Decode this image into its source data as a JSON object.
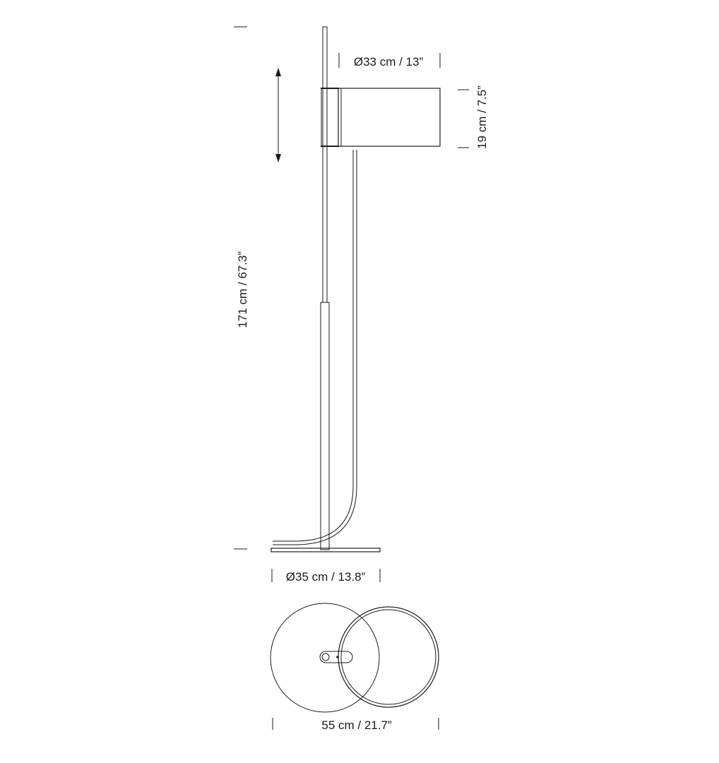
{
  "dimensions": {
    "shade_diameter": "Ø33 cm / 13”",
    "shade_height": "19 cm / 7.5”",
    "total_height": "171 cm / 67.3”",
    "base_diameter": "Ø35 cm / 13.8”",
    "footprint_width": "55 cm / 21.7”"
  },
  "colors": {
    "line": "#1a1a1a",
    "background": "#ffffff"
  }
}
